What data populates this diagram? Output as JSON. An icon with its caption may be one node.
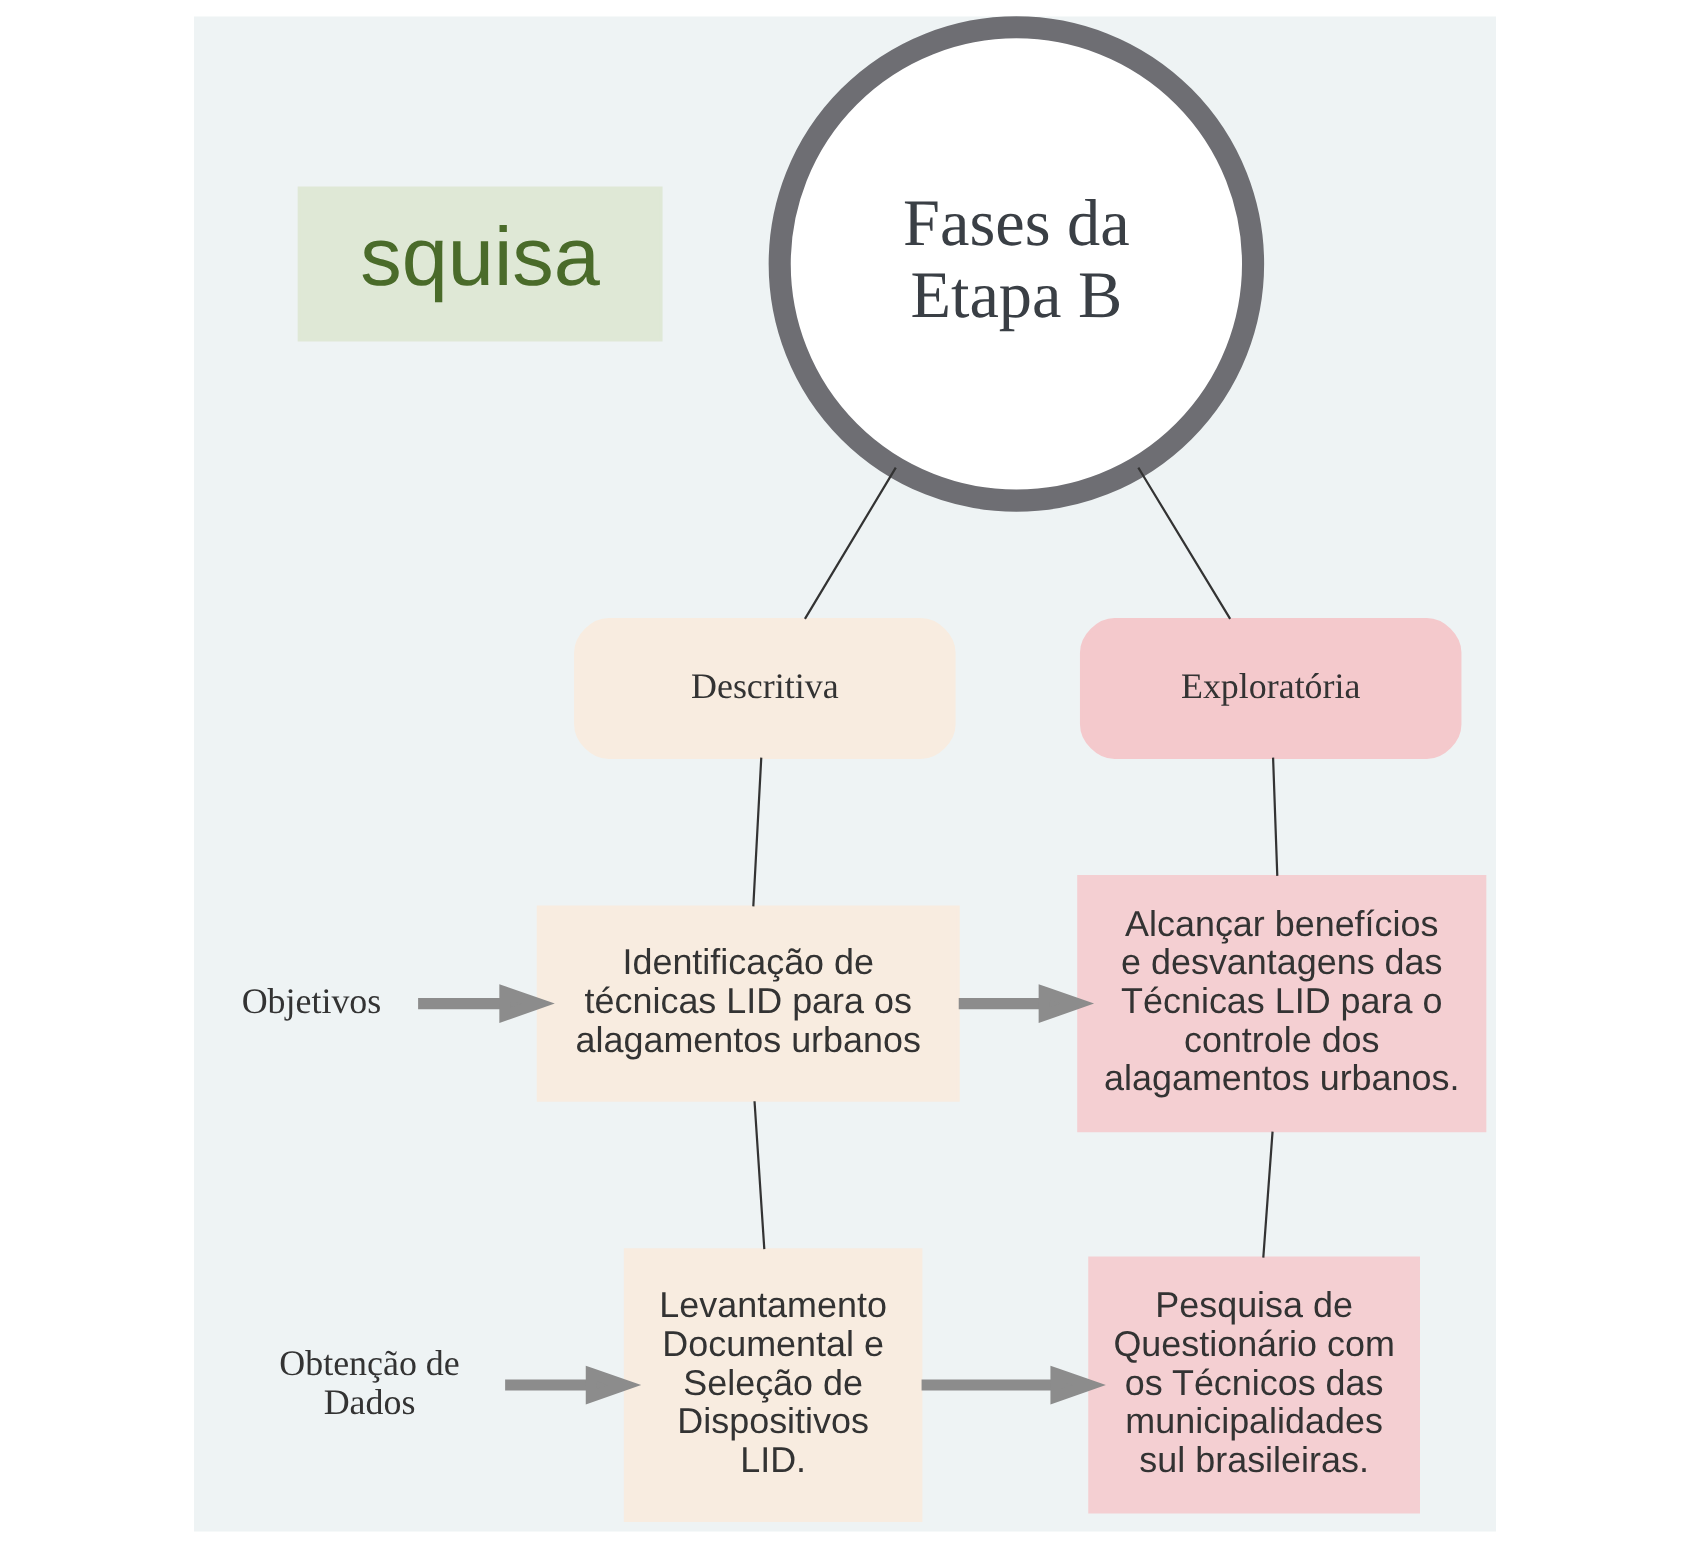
{
  "diagram": {
    "nodes": [
      {
        "text": [
          "squisa"
        ]
      },
      {
        "text": [
          "Fases da Etapa B"
        ]
      },
      {
        "text": [
          "Descritiva"
        ]
      },
      {
        "text": [
          "Exploratória"
        ]
      },
      {
        "text": [
          "Objetivos"
        ]
      },
      {
        "text": [
          "Identificação de técnicas LID para os alagamentos urbanos"
        ]
      },
      {
        "text": [
          "Alcançar benefícios e desvantagens das Técnicas LID para o controle dos alagamentos urbanos."
        ]
      },
      {
        "text": [
          "Obtenção de Dados"
        ]
      },
      {
        "text": [
          "Levantamento Documental e Seleção de Dispositivos LID."
        ]
      },
      {
        "text": [
          "Pesquisa de Questionário com os Técnicos das municipalidades sul brasileiras."
        ]
      }
    ],
    "edges": [
      {
        "from": 1,
        "to": 2,
        "arrow": "none"
      },
      {
        "from": 1,
        "to": 3,
        "arrow": "none"
      },
      {
        "from": 2,
        "to": 5,
        "arrow": "none"
      },
      {
        "from": 3,
        "to": 6,
        "arrow": "none"
      },
      {
        "from": 4,
        "to": 5,
        "arrow": "to",
        "style": "thick",
        "color": "#8c8c8c"
      },
      {
        "from": 5,
        "to": 6,
        "arrow": "to",
        "style": "thick",
        "color": "#8c8c8c"
      },
      {
        "from": 5,
        "to": 8,
        "arrow": "none"
      },
      {
        "from": 6,
        "to": 9,
        "arrow": "none"
      },
      {
        "from": 7,
        "to": 8,
        "arrow": "to",
        "style": "thick",
        "color": "#8c8c8c"
      },
      {
        "from": 8,
        "to": 9,
        "arrow": "to",
        "style": "thick",
        "color": "#8c8c8c"
      }
    ]
  }
}
